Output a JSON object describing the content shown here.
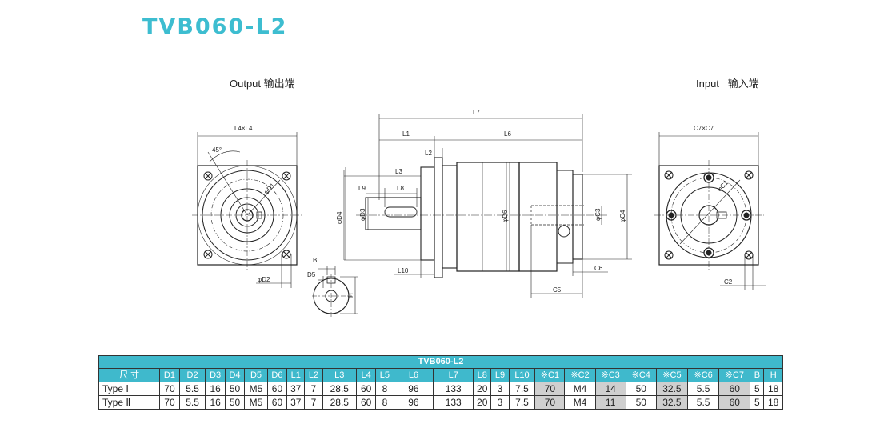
{
  "title": "TVB060-L2",
  "output_label": "Output  输出端",
  "input_label": "Input   输入端",
  "dims": {
    "L4xL4": "L4×L4",
    "deg45": "45°",
    "D1": "φD1",
    "D2": "φD2",
    "B": "B",
    "D5": "D5",
    "H": "H",
    "L7": "L7",
    "L1": "L1",
    "L6": "L6",
    "L2": "L2",
    "L3": "L3",
    "L9": "L9",
    "L8": "L8",
    "D4": "φD4",
    "D3": "φD3",
    "D6": "φD6",
    "C3": "φC3",
    "C4": "φC4",
    "L10": "L10",
    "C6": "C6",
    "C5": "C5",
    "C7xC7": "C7×C7",
    "C1": "φC1",
    "C2": "C2"
  },
  "table": {
    "title": "TVB060-L2",
    "headers": [
      "尺 寸",
      "D1",
      "D2",
      "D3",
      "D4",
      "D5",
      "D6",
      "L1",
      "L2",
      "L3",
      "L4",
      "L5",
      "L6",
      "L7",
      "L8",
      "L9",
      "L10",
      "※C1",
      "※C2",
      "※C3",
      "※C4",
      "※C5",
      "※C6",
      "※C7",
      "B",
      "H"
    ],
    "rows": [
      {
        "label": "Type Ⅰ",
        "values": [
          "70",
          "5.5",
          "16",
          "50",
          "M5",
          "60",
          "37",
          "7",
          "28.5",
          "60",
          "8",
          "96",
          "133",
          "20",
          "3",
          "7.5",
          "70",
          "M4",
          "14",
          "50",
          "32.5",
          "5.5",
          "60",
          "5",
          "18"
        ]
      },
      {
        "label": "Type Ⅱ",
        "values": [
          "70",
          "5.5",
          "16",
          "50",
          "M5",
          "60",
          "37",
          "7",
          "28.5",
          "60",
          "8",
          "96",
          "133",
          "20",
          "3",
          "7.5",
          "70",
          "M4",
          "11",
          "50",
          "32.5",
          "5.5",
          "60",
          "5",
          "18"
        ]
      }
    ]
  }
}
